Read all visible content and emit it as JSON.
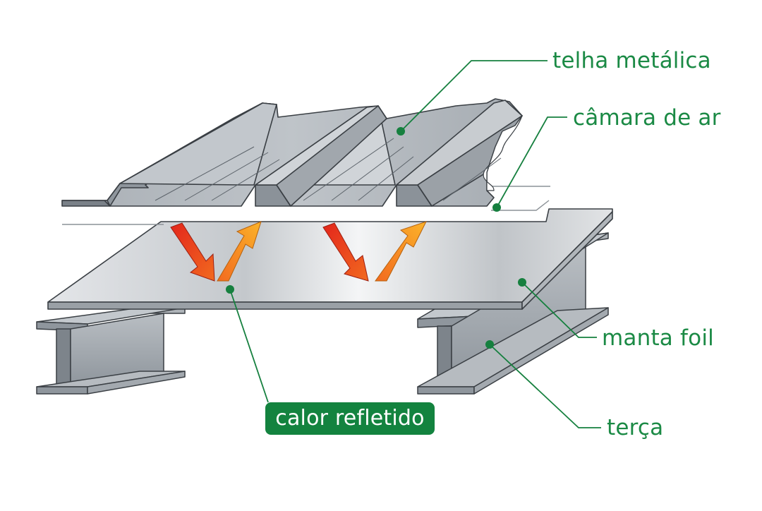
{
  "labels": {
    "roof_tile": "telha metálica",
    "air_chamber": "câmara de ar",
    "foil_blanket": "manta foil",
    "purlin": "terça",
    "reflected_heat": "calor refletido"
  },
  "colors": {
    "label_text": "#1b8a45",
    "leader_line": "#16803f",
    "badge_background": "#13833f",
    "badge_text": "#ffffff",
    "steel_light": "#c9ced3",
    "steel_mid": "#9aa1a8",
    "steel_dark": "#6f767d",
    "outline": "#3a3f44",
    "heat_in": "#e53b1c",
    "heat_out": "#f7a21a"
  }
}
